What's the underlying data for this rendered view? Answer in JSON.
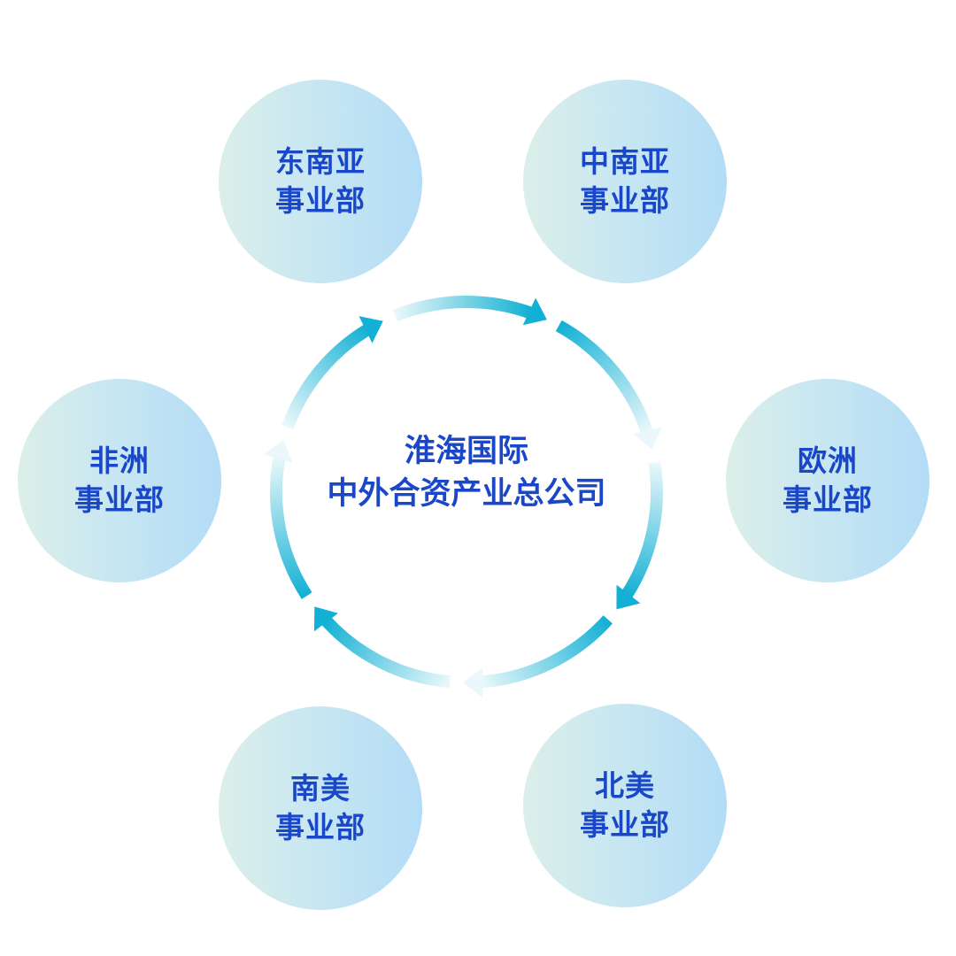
{
  "center": {
    "line1": "淮海国际",
    "line2": "中外合资产业总公司"
  },
  "nodes": [
    {
      "line1": "东南亚",
      "line2": "事业部"
    },
    {
      "line1": "中南亚",
      "line2": "事业部"
    },
    {
      "line1": "非洲",
      "line2": "事业部"
    },
    {
      "line1": "欧洲",
      "line2": "事业部"
    },
    {
      "line1": "南美",
      "line2": "事业部"
    },
    {
      "line1": "北美",
      "line2": "事业部"
    }
  ],
  "colors": {
    "text": "#1a47c8",
    "arrow_dark": "#12b0d4",
    "arrow_light": "#eaf8fb"
  }
}
